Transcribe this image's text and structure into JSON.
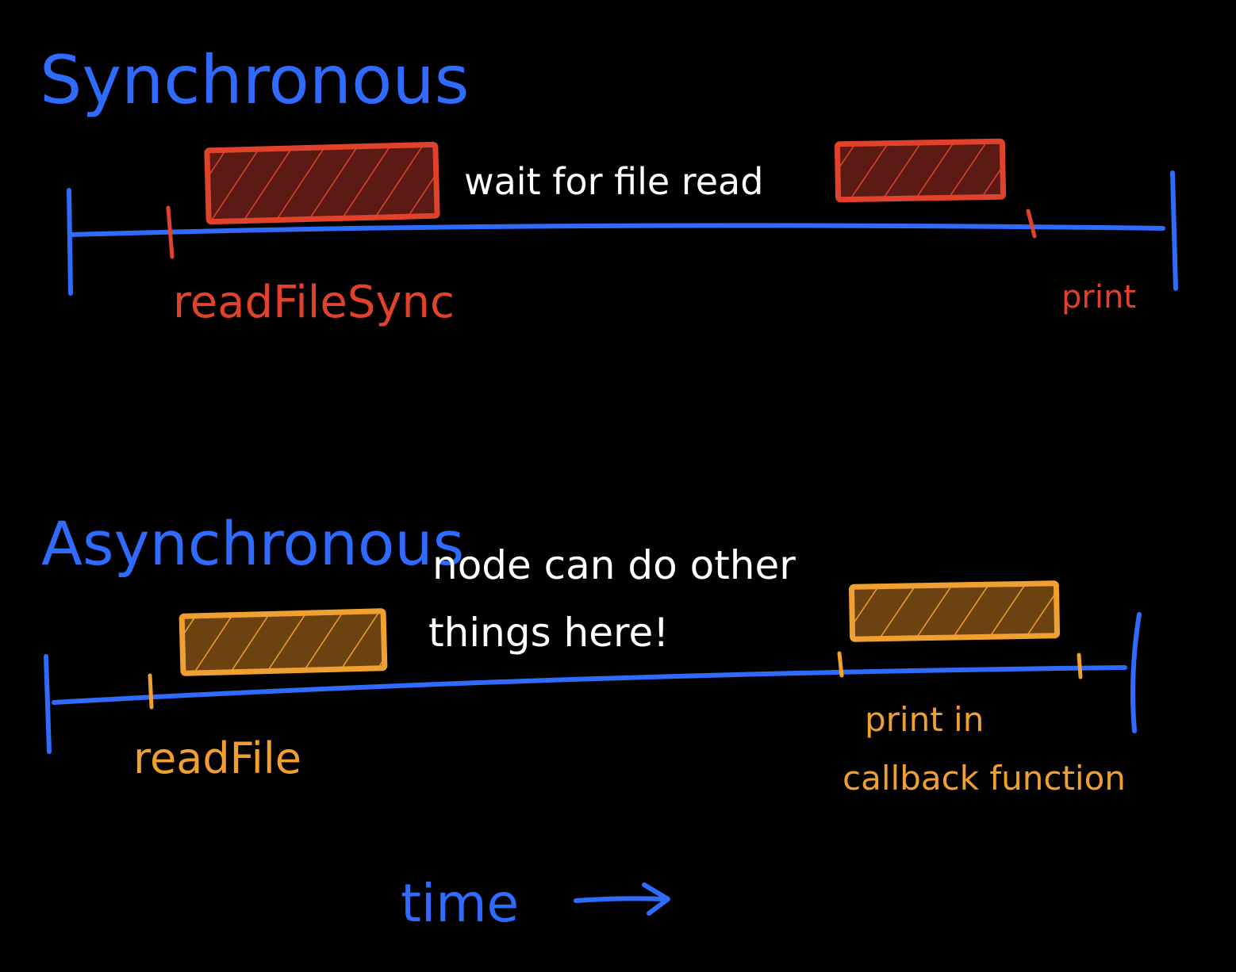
{
  "colors": {
    "background": "#000000",
    "axis_blue": "#2f6bff",
    "sync_red": "#e0422b",
    "sync_red_fill": "#5c1a14",
    "async_orange": "#f0a030",
    "async_orange_fill": "#6b4210",
    "note_white": "#ffffff"
  },
  "synchronous": {
    "title": "Synchronous",
    "wait_label": "wait for file read",
    "start_label": "readFileSync",
    "end_label": "print"
  },
  "asynchronous": {
    "title": "Asynchronous",
    "note_line1": "node can do other",
    "note_line2": "things here!",
    "start_label": "readFile",
    "end_label_line1": "print in",
    "end_label_line2": "callback function"
  },
  "time_axis": {
    "label": "time",
    "arrow_icon": "right-arrow-icon"
  }
}
